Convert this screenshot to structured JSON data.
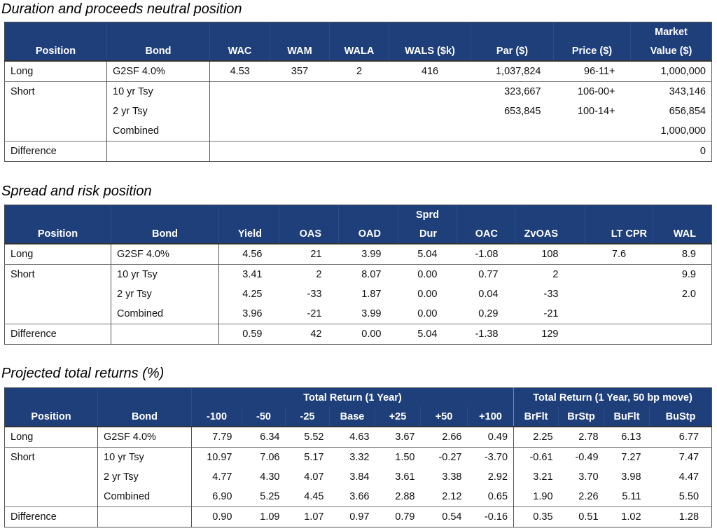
{
  "tables": [
    {
      "title": "Duration and proceeds neutral position",
      "header_top": [
        "",
        "",
        "",
        "",
        "",
        "",
        "",
        "",
        "Market"
      ],
      "columns": [
        "Position",
        "Bond",
        "WAC",
        "WAM",
        "WALA",
        "WALS ($k)",
        "Par ($)",
        "Price ($)",
        "Value ($)"
      ],
      "groups": [
        [
          [
            "Long",
            "G2SF 4.0%",
            "4.53",
            "357",
            "2",
            "416",
            "1,037,824",
            "96-11+",
            "1,000,000"
          ]
        ],
        [
          [
            "Short",
            "10 yr Tsy",
            "",
            "",
            "",
            "",
            "323,667",
            "106-00+",
            "343,146"
          ],
          [
            "",
            "2 yr Tsy",
            "",
            "",
            "",
            "",
            "653,845",
            "100-14+",
            "656,854"
          ],
          [
            "",
            "Combined",
            "",
            "",
            "",
            "",
            "",
            "",
            "1,000,000"
          ]
        ],
        [
          [
            "Difference",
            "",
            "",
            "",
            "",
            "",
            "",
            "",
            "0"
          ]
        ]
      ]
    },
    {
      "title": "Spread and risk position",
      "header_top": [
        "",
        "",
        "",
        "",
        "",
        "Sprd",
        "",
        "",
        "",
        ""
      ],
      "columns": [
        "Position",
        "Bond",
        "Yield",
        "OAS",
        "OAD",
        "Dur",
        "OAC",
        "ZvOAS",
        "LT CPR",
        "WAL"
      ],
      "groups": [
        [
          [
            "Long",
            "G2SF 4.0%",
            "4.56",
            "21",
            "3.99",
            "5.04",
            "-1.08",
            "108",
            "7.6",
            "8.9"
          ]
        ],
        [
          [
            "Short",
            "10 yr Tsy",
            "3.41",
            "2",
            "8.07",
            "0.00",
            "0.77",
            "2",
            "",
            "9.9"
          ],
          [
            "",
            "2 yr Tsy",
            "4.25",
            "-33",
            "1.87",
            "0.00",
            "0.04",
            "-33",
            "",
            "2.0"
          ],
          [
            "",
            "Combined",
            "3.96",
            "-21",
            "3.99",
            "0.00",
            "0.29",
            "-21",
            "",
            ""
          ]
        ],
        [
          [
            "Difference",
            "",
            "0.59",
            "42",
            "0.00",
            "5.04",
            "-1.38",
            "129",
            "",
            ""
          ]
        ]
      ]
    },
    {
      "title": "Projected total returns (%)",
      "header_groups": [
        {
          "label": "",
          "span": 1
        },
        {
          "label": "",
          "span": 1
        },
        {
          "label": "Total Return (1 Year)",
          "span": 7
        },
        {
          "label": "Total Return (1 Year, 50 bp move)",
          "span": 4
        }
      ],
      "columns": [
        "Position",
        "Bond",
        "-100",
        "-50",
        "-25",
        "Base",
        "+25",
        "+50",
        "+100",
        "BrFlt",
        "BrStp",
        "BuFlt",
        "BuStp"
      ],
      "groups": [
        [
          [
            "Long",
            "G2SF 4.0%",
            "7.79",
            "6.34",
            "5.52",
            "4.63",
            "3.67",
            "2.66",
            "0.49",
            "2.25",
            "2.78",
            "6.13",
            "6.77"
          ]
        ],
        [
          [
            "Short",
            "10 yr Tsy",
            "10.97",
            "7.06",
            "5.17",
            "3.32",
            "1.50",
            "-0.27",
            "-3.70",
            "-0.61",
            "-0.49",
            "7.27",
            "7.47"
          ],
          [
            "",
            "2 yr Tsy",
            "4.77",
            "4.30",
            "4.07",
            "3.84",
            "3.61",
            "3.38",
            "2.92",
            "3.21",
            "3.70",
            "3.98",
            "4.47"
          ],
          [
            "",
            "Combined",
            "6.90",
            "5.25",
            "4.45",
            "3.66",
            "2.88",
            "2.12",
            "0.65",
            "1.90",
            "2.26",
            "5.11",
            "5.50"
          ]
        ],
        [
          [
            "Difference",
            "",
            "0.90",
            "1.09",
            "1.07",
            "0.97",
            "0.79",
            "0.54",
            "-0.16",
            "0.35",
            "0.51",
            "1.02",
            "1.28"
          ]
        ]
      ]
    }
  ]
}
